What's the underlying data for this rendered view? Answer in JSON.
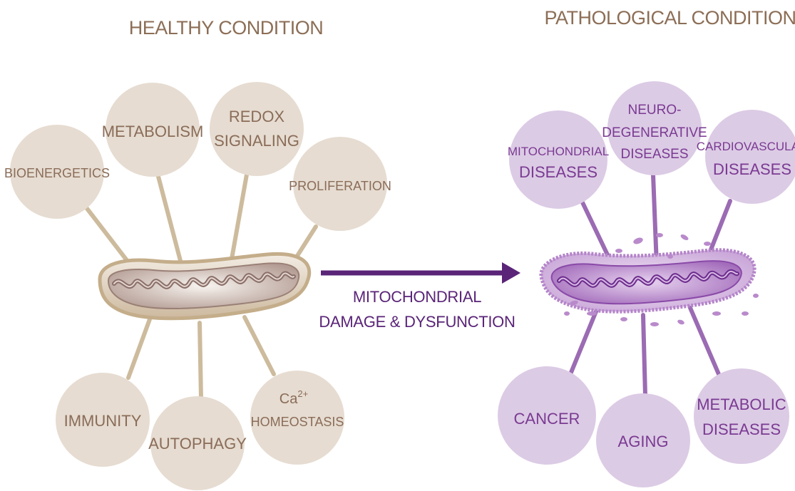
{
  "healthy": {
    "title": "HEALTHY CONDITION",
    "nodes": {
      "bioenergetics": "BIOENERGETICS",
      "metabolism": "METABOLISM",
      "redox_1": "REDOX",
      "redox_2": "SIGNALING",
      "proliferation": "PROLIFERATION",
      "immunity": "IMMUNITY",
      "autophagy": "AUTOPHAGY",
      "calcium_base": "Ca",
      "calcium_sup": "2+",
      "homeostasis": "HOMEOSTASIS"
    }
  },
  "pathological": {
    "title": "PATHOLOGICAL CONDITION",
    "nodes": {
      "mito_1": "MITOCHONDRIAL",
      "mito_2": "DISEASES",
      "neuro_1": "NEURO-",
      "neuro_2": "DEGENERATIVE",
      "neuro_3": "DISEASES",
      "cardio_1": "CARDIOVASCULAR",
      "cardio_2": "DISEASES",
      "cancer": "CANCER",
      "aging": "AGING",
      "metabolic_1": "METABOLIC",
      "metabolic_2": "DISEASES"
    }
  },
  "transition": {
    "line1": "MITOCHONDRIAL",
    "line2": "DAMAGE & DYSFUNCTION"
  },
  "colors": {
    "healthy_fill": "#e6dcd1",
    "healthy_stroke": "#cbb99a",
    "healthy_text": "#8a6c58",
    "path_fill": "#dccbe5",
    "path_stroke": "#9b6bb3",
    "path_text": "#7a3a92",
    "arrow": "#5a2478"
  }
}
